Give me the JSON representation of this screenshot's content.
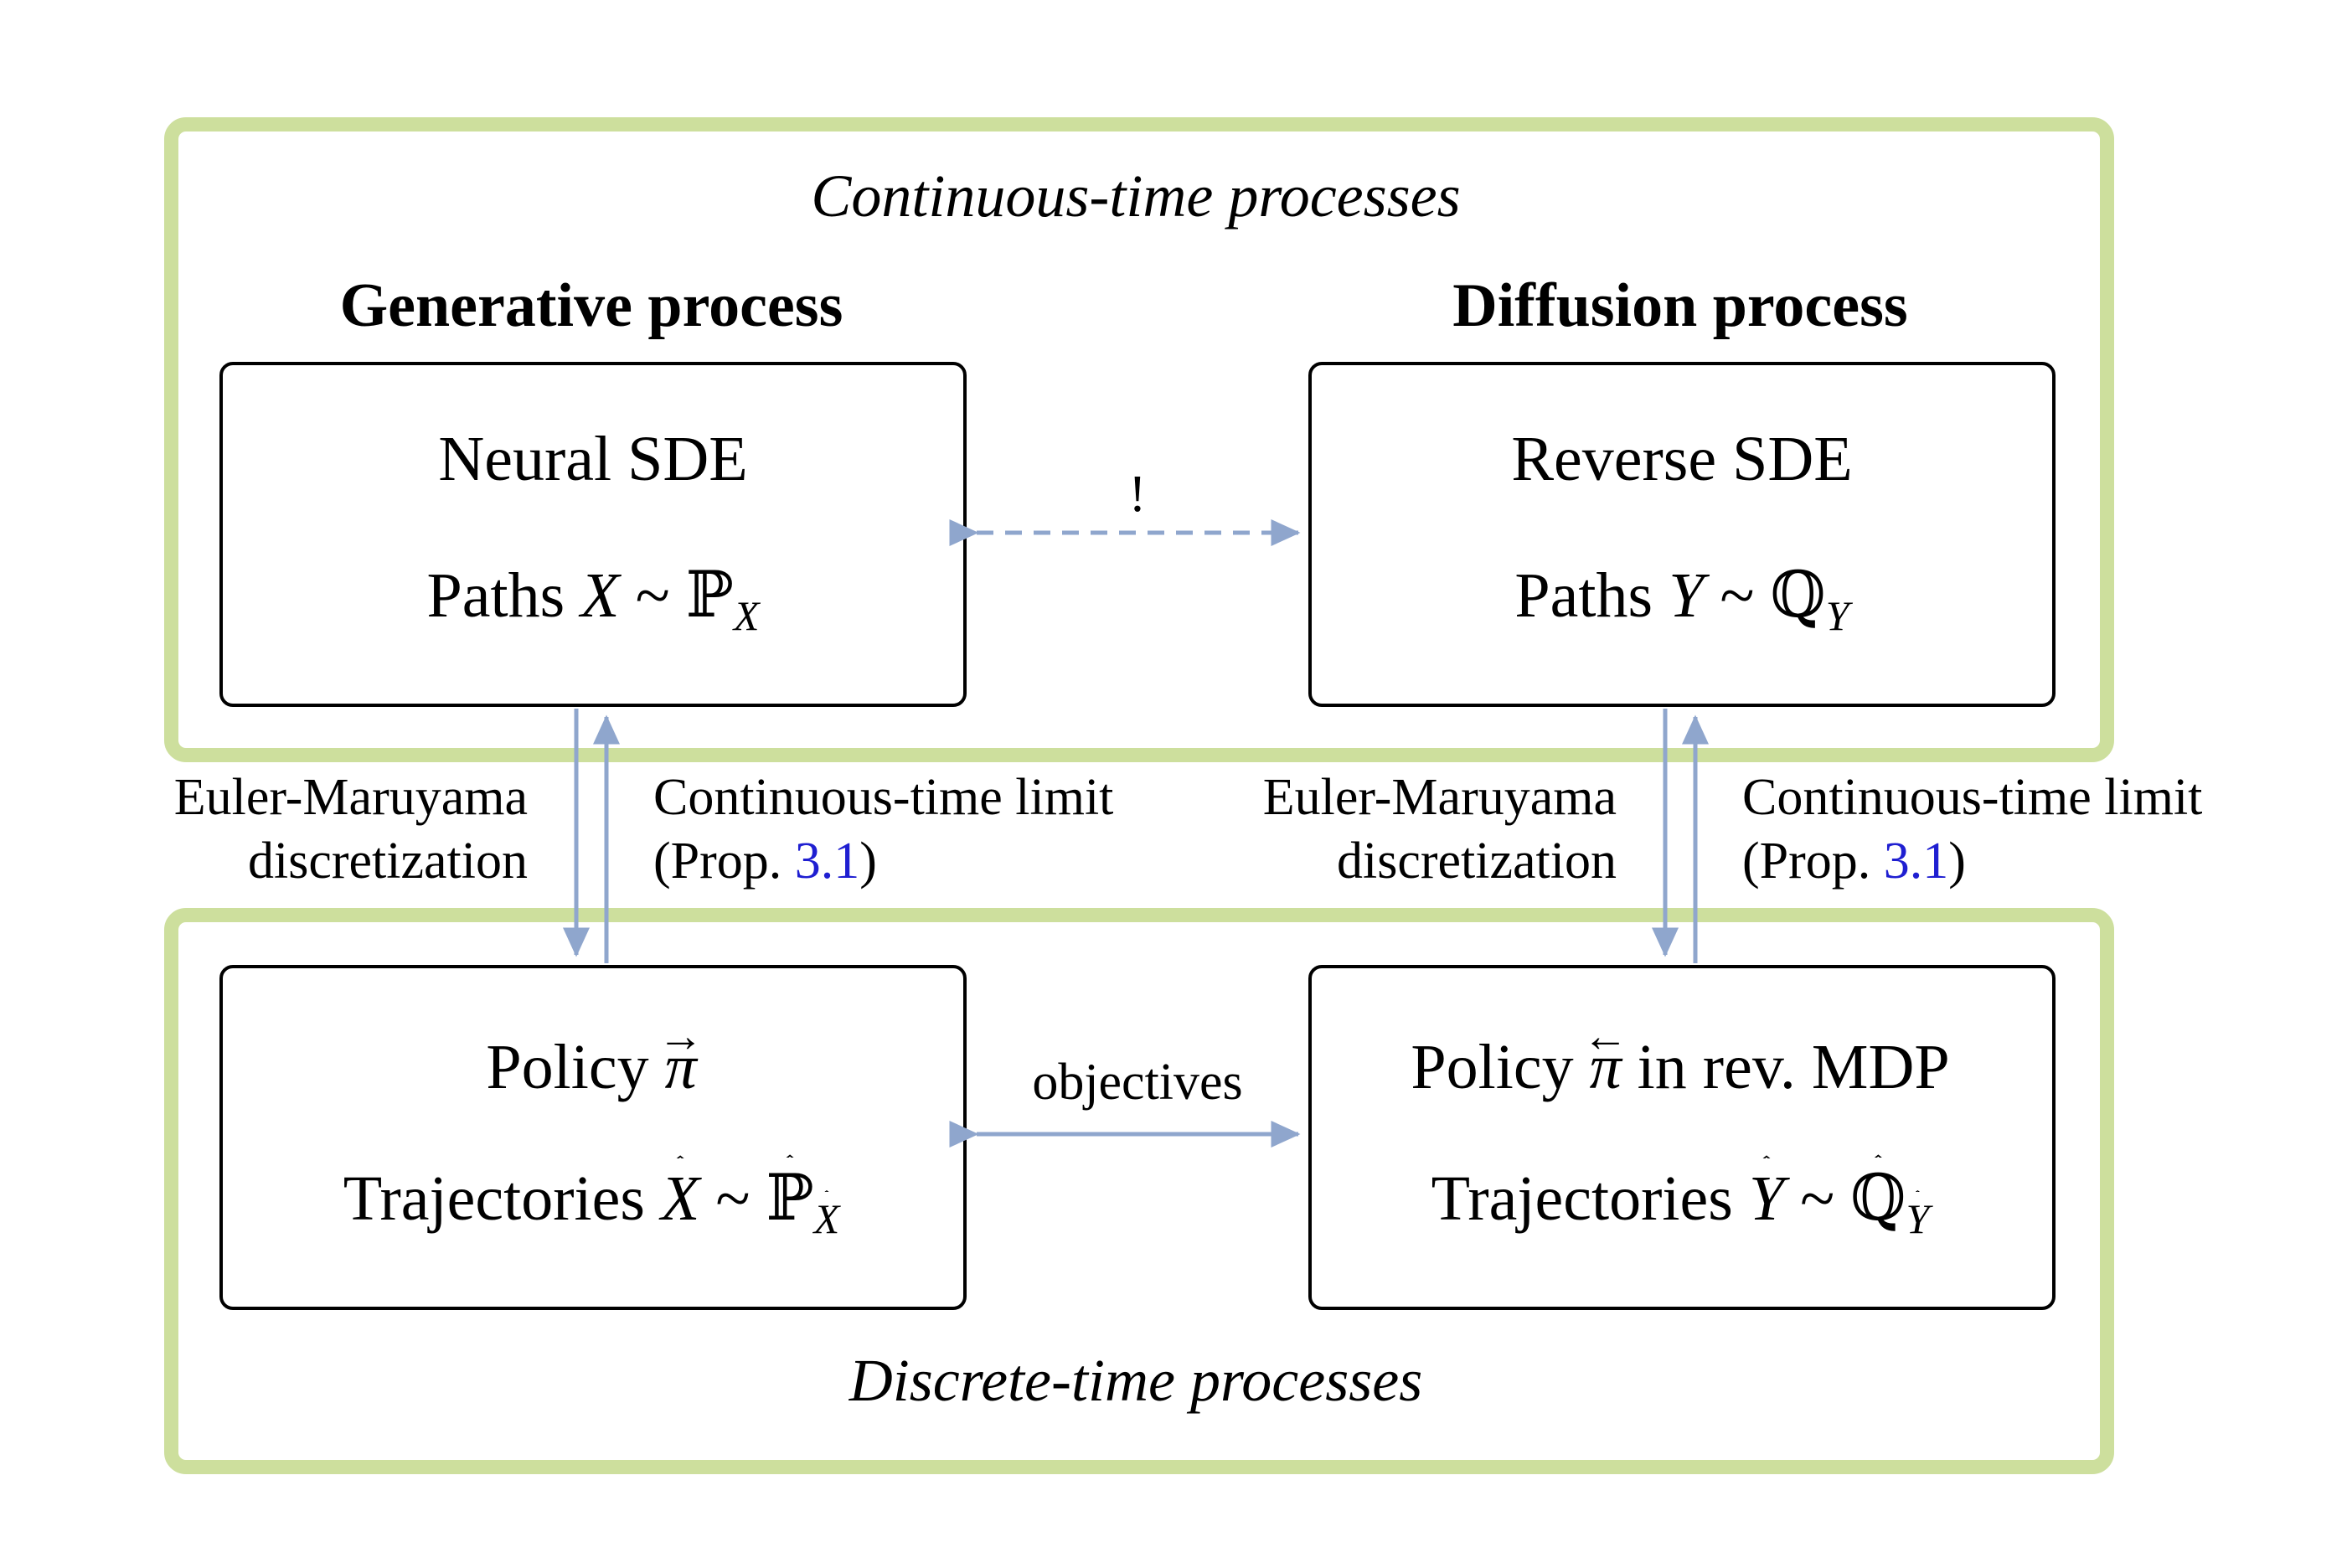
{
  "regions": {
    "top_label": "Continuous-time processes",
    "bottom_label": "Discrete-time processes"
  },
  "columns": {
    "left_title": "Generative process",
    "right_title": "Diffusion process"
  },
  "boxes": {
    "neural": {
      "line1": "Neural SDE",
      "line2_prefix": "Paths",
      "variable": "X",
      "relation": "~",
      "measure": "ℙ",
      "measure_sub": "X"
    },
    "reverse": {
      "line1": "Reverse SDE",
      "line2_prefix": "Paths",
      "variable": "Y",
      "relation": "~",
      "measure": "ℚ",
      "measure_sub": "Y"
    },
    "policy_fwd": {
      "line1": "Policy",
      "policy_symbol": "π",
      "line2_prefix": "Trajectories",
      "variable": "X",
      "relation": "~",
      "measure": "ℙ",
      "measure_sub": "X"
    },
    "policy_rev": {
      "line1": "Policy",
      "policy_symbol": "π",
      "line1_suffix": "in rev. MDP",
      "line2_prefix": "Trajectories",
      "variable": "Y",
      "relation": "~",
      "measure": "ℚ",
      "measure_sub": "Y"
    }
  },
  "connectors": {
    "top_label": "!",
    "bottom_label": "objectives",
    "left_down_label_1": "Euler-Maruyama",
    "left_down_label_2": "discretization",
    "left_up_label_1": "Continuous-time limit",
    "left_up_label_2_prefix": "(Prop. ",
    "left_up_label_2_ref": "3.1",
    "left_up_label_2_suffix": ")",
    "right_down_label_1": "Euler-Maruyama",
    "right_down_label_2": "discretization",
    "right_up_label_1": "Continuous-time limit",
    "right_up_label_2_prefix": "(Prop. ",
    "right_up_label_2_ref": "3.1",
    "right_up_label_2_suffix": ")"
  },
  "colors": {
    "region_border": "#cddf9d",
    "arrow": "#8fa6cd",
    "reference_link": "#1f1fd1"
  },
  "icons": {
    "forward_arrow": "→",
    "backward_arrow": "←"
  }
}
